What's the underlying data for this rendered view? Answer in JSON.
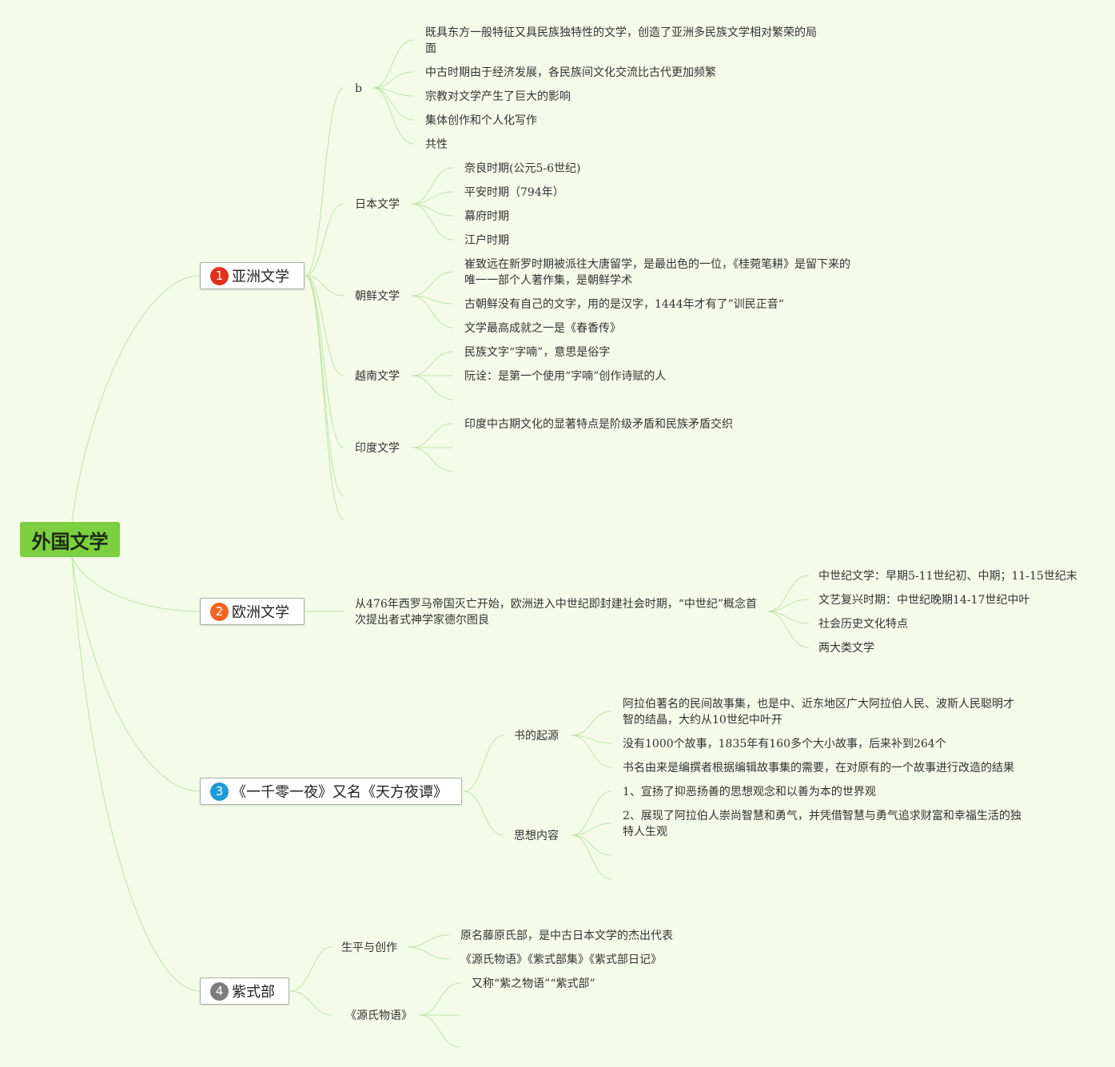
{
  "root": "外国文学",
  "colors": {
    "badge1": "#e0301e",
    "badge2": "#f26522",
    "badge3": "#1f9ad6",
    "badge4": "#7d7d7d",
    "root_bg": "#7ccf3f",
    "link": "#bfe3a8"
  },
  "asia": {
    "num": "1",
    "label": "亚洲文学",
    "b": {
      "label": "b",
      "items": [
        "既具东方一般特征又具民族独特性的文学，创造了亚洲多民族文学相对繁荣的局面",
        "中古时期由于经济发展，各民族间文化交流比古代更加频繁",
        "宗教对文学产生了巨大的影响",
        "集体创作和个人化写作",
        "共性"
      ]
    },
    "japan": {
      "label": "日本文学",
      "items": [
        "奈良时期(公元5-6世纪)",
        "平安时期（794年）",
        "幕府时期",
        "江户时期"
      ]
    },
    "korea": {
      "label": "朝鲜文学",
      "items": [
        "崔致远在新罗时期被派往大唐留学，是最出色的一位，《桂菀笔耕》是留下来的唯一一部个人著作集，是朝鲜学术",
        "古朝鲜没有自己的文字，用的是汉字，1444年才有了”训民正音“",
        "文学最高成就之一是《春香传》"
      ]
    },
    "vietnam": {
      "label": "越南文学",
      "items": [
        "民族文字“字喃”，意思是俗字",
        "阮诠：是第一个使用“字喃”创作诗赋的人"
      ]
    },
    "india": {
      "label": "印度文学",
      "items": [
        "印度中古期文化的显著特点是阶级矛盾和民族矛盾交织"
      ]
    }
  },
  "europe": {
    "num": "2",
    "label": "欧洲文学",
    "desc": "从476年西罗马帝国灭亡开始，欧洲进入中世纪即封建社会时期，“中世纪”概念首次提出者式神学家德尔图良",
    "items": [
      "中世纪文学：早期5-11世纪初、中期；11-15世纪末",
      "文艺复兴时期：中世纪晚期14-17世纪中叶",
      "社会历史文化特点",
      "两大类文学"
    ]
  },
  "nights": {
    "num": "3",
    "label": "《一千零一夜》又名《天方夜谭》",
    "origin": {
      "label": "书的起源",
      "items": [
        "阿拉伯著名的民间故事集，也是中、近东地区广大阿拉伯人民、波斯人民聪明才智的结晶，大约从10世纪中叶开",
        "没有1000个故事，1835年有160多个大小故事，后来补到264个",
        "书名由来是编撰者根据编辑故事集的需要，在对原有的一个故事进行改造的结果"
      ]
    },
    "thought": {
      "label": "思想内容",
      "items": [
        "1、宣扬了抑恶扬善的思想观念和以善为本的世界观",
        "2、展现了阿拉伯人崇尚智慧和勇气，并凭借智慧与勇气追求财富和幸福生活的独特人生观"
      ]
    }
  },
  "murasaki": {
    "num": "4",
    "label": "紫式部",
    "life": {
      "label": "生平与创作",
      "items": [
        "原名藤原氏部，是中古日本文学的杰出代表",
        "《源氏物语》《紫式部集》《紫式部日记》"
      ]
    },
    "genji": {
      "label": "《源氏物语》",
      "items": [
        "又称“紫之物语”“紫式部”"
      ]
    }
  }
}
